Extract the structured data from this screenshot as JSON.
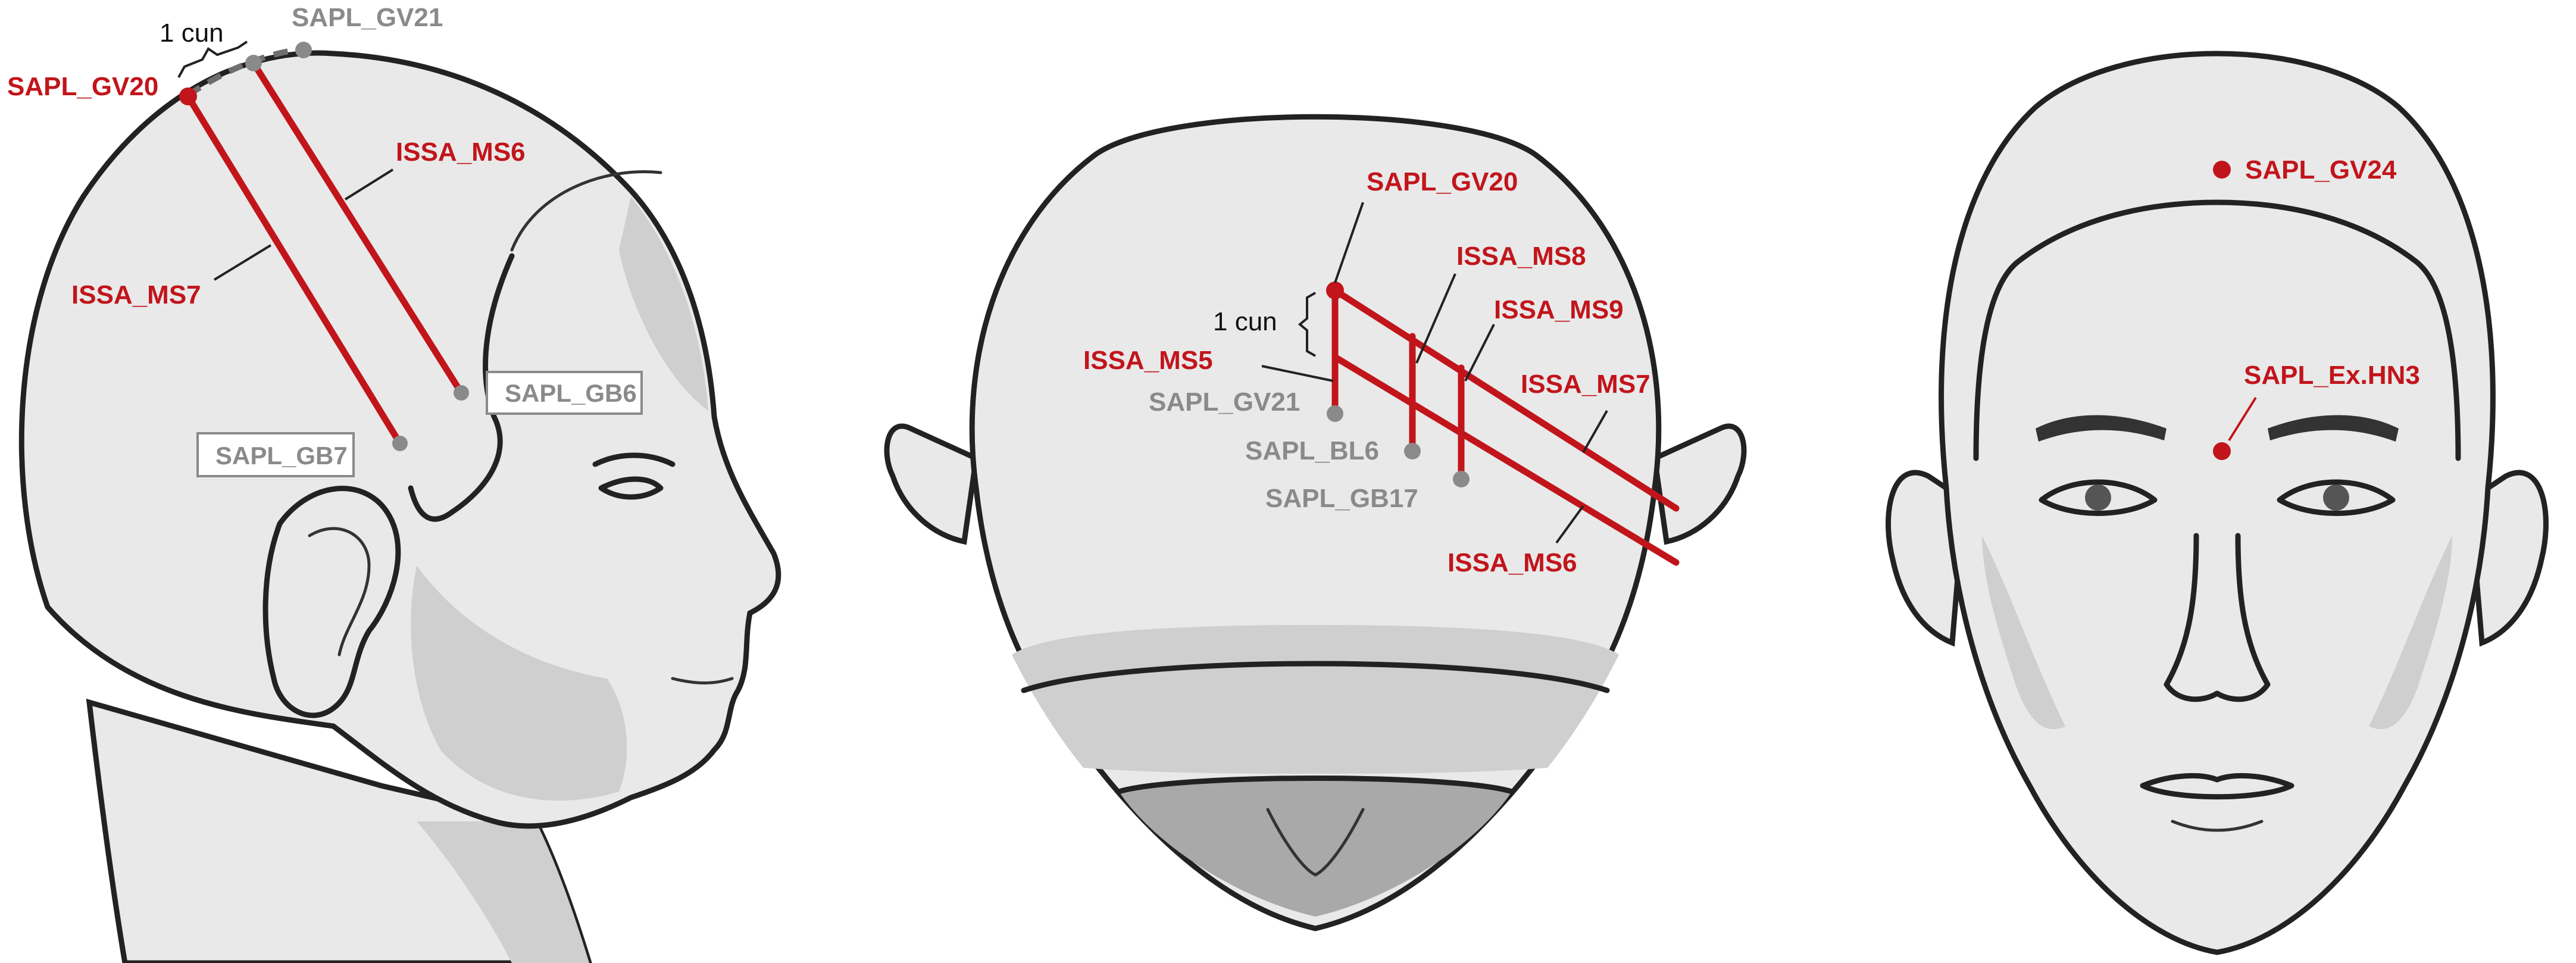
{
  "colors": {
    "red": "#c1151b",
    "gray": "#8a8a8a",
    "skin": "#e9e9e9",
    "outline": "#222222"
  },
  "side_view": {
    "cun": "1 cun",
    "gv21": "SAPL_GV21",
    "gv20": "SAPL_GV20",
    "ms6": "ISSA_MS6",
    "ms7": "ISSA_MS7",
    "gb6": "SAPL_GB6",
    "gb7": "SAPL_GB7"
  },
  "top_view": {
    "gv20": "SAPL_GV20",
    "ms8": "ISSA_MS8",
    "ms9": "ISSA_MS9",
    "cun": "1 cun",
    "ms5": "ISSA_MS5",
    "ms7": "ISSA_MS7",
    "gv21": "SAPL_GV21",
    "bl6": "SAPL_BL6",
    "gb17": "SAPL_GB17",
    "ms6": "ISSA_MS6"
  },
  "front_view": {
    "gv24": "SAPL_GV24",
    "exhn3": "SAPL_Ex.HN3"
  }
}
